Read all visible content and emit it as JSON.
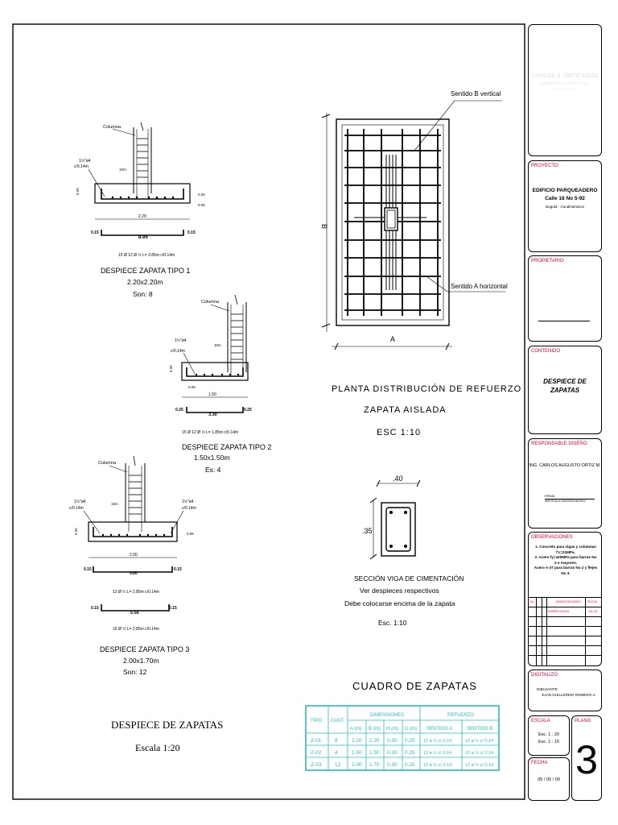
{
  "footing_details": {
    "tipo1": {
      "column_label": "Columna",
      "stirrup_note": "1½\"ø4",
      "stirrup_spacing": "c/0.14m",
      "ten_m": "10m",
      "dim_inner": "2.20",
      "dim_outer": "8.95",
      "dim_left": "0.15",
      "dim_right": "0.15",
      "dim_h1": "0.25",
      "dim_h2": "0.05",
      "dim_side": "0.20",
      "bar_note": "15 Ø 12 Ø ½ L= 2.85m c/0.14m",
      "title": "DESPIECE ZAPATA TIPO 1",
      "size": "2.20x2.20m",
      "count": "Son: 8"
    },
    "tipo2": {
      "column_label": "Columna",
      "stirrup_note": "1½\"ø4",
      "stirrup_spacing": "c/0.14m",
      "ten_m": "10m",
      "dim_inner": "1.50",
      "dim_outer": "3.30",
      "dim_left": "0.25",
      "dim_right": "0.25",
      "dim_h1": "0.25",
      "dim_h2": "0.05",
      "bar_note": "15 Ø 12 Ø ½ L= 1.85m c/0.14m",
      "title": "DESPIECE ZAPATA TIPO 2",
      "size": "1.50x1.50m",
      "count": "Es: 4"
    },
    "tipo3": {
      "column_label": "Columna",
      "stirrup_note_left": "1½\"ø4",
      "stirrup_spacing_left": "c/0.14m",
      "stirrup_note_right": "1½\"ø4",
      "stirrup_spacing_right": "c/0.14m",
      "ten_m": "10m",
      "dim_inner": "2.00",
      "dim_outer": "3.60",
      "dim_left": "0.15",
      "dim_right": "0.15",
      "dim_h1": "0.25",
      "dim_h2": "0.05",
      "bar_note_1": "13 Ø ½ L= 2.85m c/0.14m",
      "dim_outer_2": "5.56",
      "dim_left_2": "0.15",
      "dim_right_2": "0.15",
      "bar_note_2": "15 Ø ½ L= 2.85m c/0.14m",
      "title": "DESPIECE ZAPATA TIPO 3",
      "size": "2.00x1.70m",
      "count": "Son: 12"
    }
  },
  "plan": {
    "label_b": "Sentido B vertical",
    "label_a": "Sentido A horizontal",
    "dim_a": "A",
    "dim_b": "B",
    "title": "PLANTA DISTRIBUCIÓN DE REFUERZO",
    "subtitle": "ZAPATA AISLADA",
    "scale": "ESC 1:10"
  },
  "beam": {
    "width": ".40",
    "height": ".35",
    "title": "SECCIÓN VIGA DE CIMENTACIÓN",
    "note1": "Ver despieces respectivos",
    "note2": "Debe colocarse encima de la zapata",
    "scale": "Esc. 1:10"
  },
  "schedule": {
    "title": "CUADRO DE ZAPATAS",
    "col_tipo": "TIPO",
    "col_cant": "CANT.",
    "group_dim": "DIMENSIONES",
    "group_ref": "REFUERZO",
    "sub_a": "A (m)",
    "sub_b": "B (m)",
    "sub_h": "H (m)",
    "sub_d": "D (m)",
    "sub_sa": "SENTIDO A",
    "sub_sb": "SENTIDO B",
    "rows": [
      [
        "Z-01",
        "8",
        "2.20",
        "2.20",
        "0.30",
        "0.25",
        "12 ø ½ c/ 0.14",
        "12 ø ½ c/ 0.14"
      ],
      [
        "Z-02",
        "4",
        "1.50",
        "1.50",
        "0.30",
        "0.25",
        "12 ø ½ c/ 0.14",
        "12 ø ½ c/ 0.14"
      ],
      [
        "Z-03",
        "12",
        "2.00",
        "1.70",
        "0.30",
        "0.25",
        "12 ø ½ c/ 0.14",
        "12 ø ½ c/ 0.14"
      ]
    ]
  },
  "sheet_caption": {
    "title": "DESPIECE DE ZAPATAS",
    "scale": "Escala 1:20"
  },
  "title_block": {
    "engineer": "CARLOS A. ORTIZ MEZA",
    "engineer_sub": "INGENIERO ESTRUCTURAL",
    "engineer_sub2": "MAT. 25202-0000 BLV",
    "proyecto_label": "PROYECTO",
    "project_name": "EDIFICIO PARQUEADERO",
    "project_address": "Calle 18 No 5-92",
    "project_city": "Bogotá - Cundinamarca",
    "propietario_label": "PROPIETARIO",
    "contenido_label": "CONTENIDO",
    "content": "DESPIECE DE ZAPATAS",
    "responsable_label": "RESPONSABLE DISEÑO",
    "responsible": "ING. CARLOS AUGUSTO ORTIZ M.",
    "firma": "FIRMA",
    "matricula": "MATICULA 15202000160 BLV",
    "observaciones_label": "OBSERVACIONES",
    "obs1": "1. Concreto para vigas y columnas f'c=21MPa.",
    "obs2": "2. Acero fy=420MPa para barras No 3 o mayores.",
    "obs3": "Acero A-37 para barras No 2 y flejes No 3.",
    "rev_no": "No",
    "rev_obs": "MODIFICACIONES",
    "rev_date": "FECHA",
    "rev_row1_desc": "DISEÑO INICIAL",
    "rev_row1_date": "JUL-09",
    "digitalizo_label": "DIGITALIZÓ",
    "dibujante": "DIBUJANTE:",
    "drafter": "JUAN GUILLERMO ROMERO V.",
    "escala_label": "ESCALA",
    "escala1": "Esc. 1 : 20",
    "escala2": "Esc. 1 : 10",
    "plano_label": "PLANO",
    "sheet_no": "3",
    "fecha_label": "FECHA",
    "fecha": "05 / 05 / 09"
  },
  "colors": {
    "accent_red": "#e0003a",
    "table_cyan": "#2bbcc0"
  }
}
